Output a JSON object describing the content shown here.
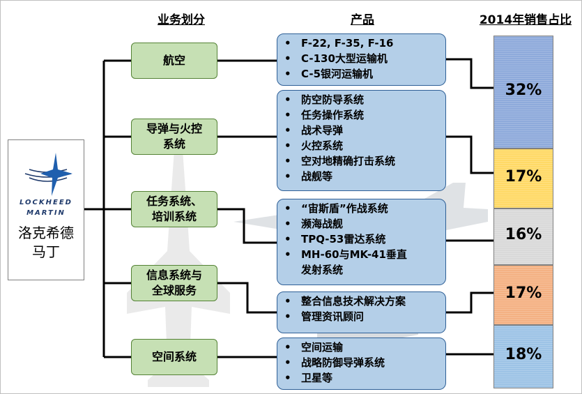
{
  "headers": {
    "division": "业务划分",
    "product": "产品",
    "share": "2014年销售占比"
  },
  "company": {
    "logo_line1": "LOCKHEED",
    "logo_line2": "MARTIN",
    "name_line1": "洛克希德",
    "name_line2": "马丁"
  },
  "divisions": [
    {
      "label": "航空"
    },
    {
      "label": "导弹与火控\n系统"
    },
    {
      "label": "任务系统、\n培训系统"
    },
    {
      "label": "信息系统与\n全球服务"
    },
    {
      "label": "空间系统"
    }
  ],
  "products": [
    {
      "items": [
        "F-22, F-35, F-16",
        "C-130大型运输机",
        "C-5银河运输机"
      ]
    },
    {
      "items": [
        "防空防导系统",
        "任务操作系统",
        "战术导弹",
        "火控系统",
        "空对地精确打击系统",
        "战舰等"
      ]
    },
    {
      "items": [
        "“宙斯盾”作战系统",
        "濒海战舰",
        "TPQ-53雷达系统",
        "MH-60与MK-41垂直",
        "发射系统"
      ],
      "continuation_index": 4
    },
    {
      "items": [
        "整合信息技术解决方案",
        "管理资讯顾问"
      ]
    },
    {
      "items": [
        "空间运输",
        "战略防御导弹系统",
        "卫星等"
      ]
    }
  ],
  "shares": [
    {
      "value": 32,
      "label": "32%",
      "color": "#8eaadb"
    },
    {
      "value": 17,
      "label": "17%",
      "color": "#ffd966"
    },
    {
      "value": 16,
      "label": "16%",
      "color": "#d9d9d9"
    },
    {
      "value": 17,
      "label": "17%",
      "color": "#f4b183"
    },
    {
      "value": 18,
      "label": "18%",
      "color": "#9dc3e6"
    }
  ],
  "colors": {
    "division_fill": "#c6e0b4",
    "product_fill": "#b4cfe8",
    "connector": "#000000"
  }
}
